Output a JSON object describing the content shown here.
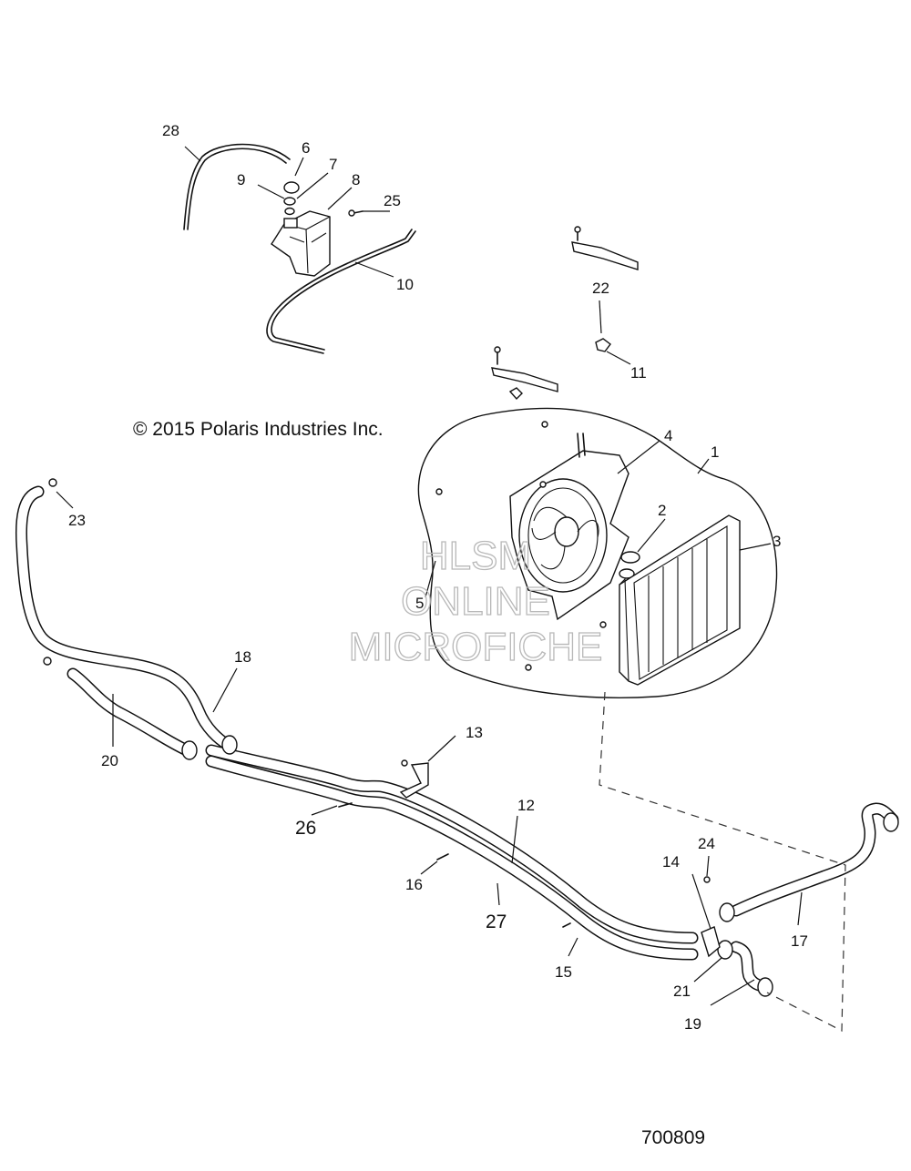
{
  "copyright": "© 2015 Polaris Industries Inc.",
  "document_number": "700809",
  "watermark": [
    "HLSM",
    "ONLINE",
    "MICROFICHE"
  ],
  "callouts": [
    "1",
    "2",
    "3",
    "4",
    "5",
    "6",
    "7",
    "8",
    "9",
    "10",
    "11",
    "12",
    "13",
    "14",
    "15",
    "16",
    "17",
    "18",
    "19",
    "20",
    "21",
    "22",
    "23",
    "24",
    "25",
    "26",
    "27",
    "28"
  ],
  "icons": [
    "coolant-reservoir-icon",
    "radiator-icon",
    "fan-shroud-icon",
    "hose-icon",
    "clamp-icon",
    "bracket-icon",
    "fastener-icon"
  ]
}
